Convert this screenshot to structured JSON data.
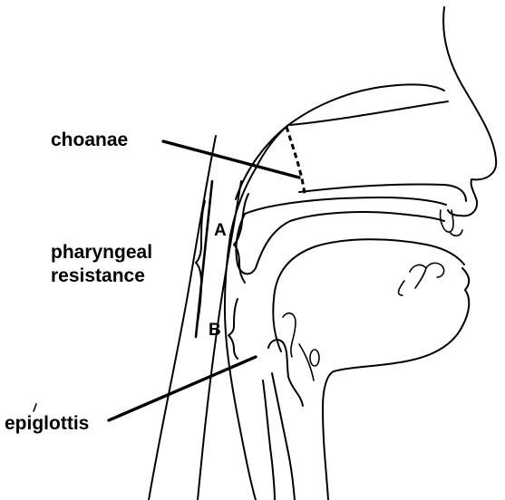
{
  "labels": {
    "choanae": "choanae",
    "pharyngeal_line1": "pharyngeal",
    "pharyngeal_line2": "resistance",
    "segment_a": "A",
    "segment_b": "B",
    "epiglottis": "epiglottis"
  },
  "colors": {
    "ink": "#000000",
    "background": "#ffffff"
  }
}
